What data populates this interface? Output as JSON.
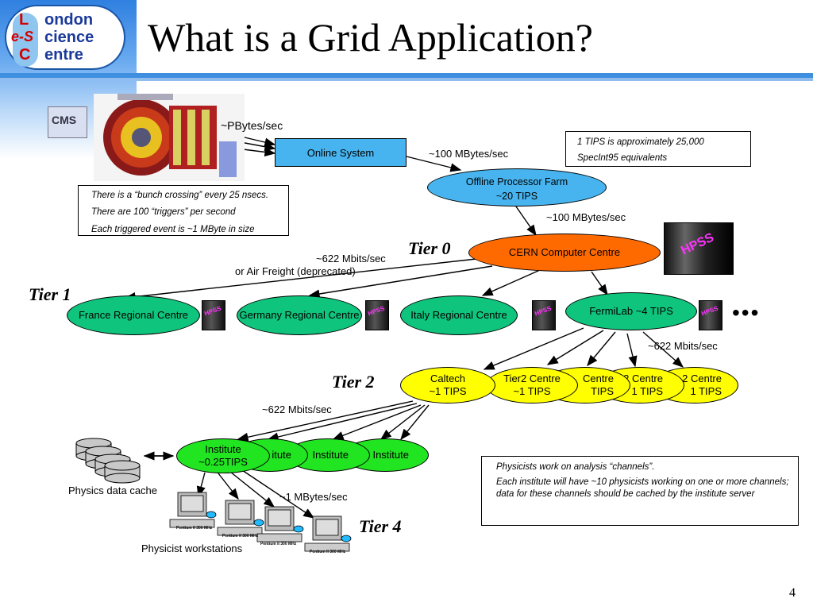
{
  "slide": {
    "title": "What is a Grid Application?",
    "page_number": "4"
  },
  "logo": {
    "letters": [
      "L",
      "e-S",
      "C"
    ],
    "words": [
      "ondon",
      "cience",
      "entre"
    ],
    "accent_red": "#d40000",
    "accent_blue": "#1a3a9a"
  },
  "detector": {
    "label": "CMS"
  },
  "nodes": {
    "online_system": "Online System",
    "offline_farm_line1": "Offline Processor Farm",
    "offline_farm_line2": "~20 TIPS",
    "cern": "CERN Computer Centre",
    "france": "France Regional Centre",
    "germany": "Germany Regional Centre",
    "italy": "Italy Regional Centre",
    "fermilab": "FermiLab ~4 TIPS",
    "caltech_line1": "Caltech",
    "caltech_line2": "~1 TIPS",
    "tier2_line1": "Tier2 Centre",
    "tier2_line2": "~1 TIPS",
    "tier2_partial_line1": "Centre",
    "tier2_partial_line2": "TIPS",
    "tier2_partial_b_line1": "2 Centre",
    "tier2_partial_b_line2": "1 TIPS",
    "institute_main_line1": "Institute",
    "institute_main_line2": "~0.25TIPS",
    "institute_partial": "itute",
    "institute": "Institute",
    "hpss": "HPSS"
  },
  "links": {
    "pbytes": "~PBytes/sec",
    "mbytes_100_a": "~100 MBytes/sec",
    "mbytes_100_b": "~100 MBytes/sec",
    "mbits_622_line1": "~622 Mbits/sec",
    "mbits_622_line2": "or Air Freight (deprecated)",
    "mbits_622_fermi": "~622 Mbits/sec",
    "mbits_622_tier2": "~622 Mbits/sec",
    "mbytes_1": "~1 MBytes/sec"
  },
  "tiers": {
    "tier0": "Tier 0",
    "tier1": "Tier 1",
    "tier2": "Tier 2",
    "tier4": "Tier 4"
  },
  "notes": {
    "tips_line1": "1 TIPS is approximately 25,000",
    "tips_line2": "SpecInt95 equivalents",
    "bunch_line1": "There is a “bunch crossing” every 25 nsecs.",
    "bunch_line2": "There are 100 “triggers” per second",
    "bunch_line3": "Each triggered event is ~1 MByte in size",
    "physicists_line1": "Physicists work on analysis “channels”.",
    "physicists_line2": "Each institute will have ~10 physicists working on one or more channels; data for these channels should be cached by the institute server"
  },
  "labels": {
    "ellipsis": "•••",
    "physics_cache": "Physics data cache",
    "workstations": "Physicist workstations",
    "workstation_caption": "Pentium II 300 MHz"
  }
}
